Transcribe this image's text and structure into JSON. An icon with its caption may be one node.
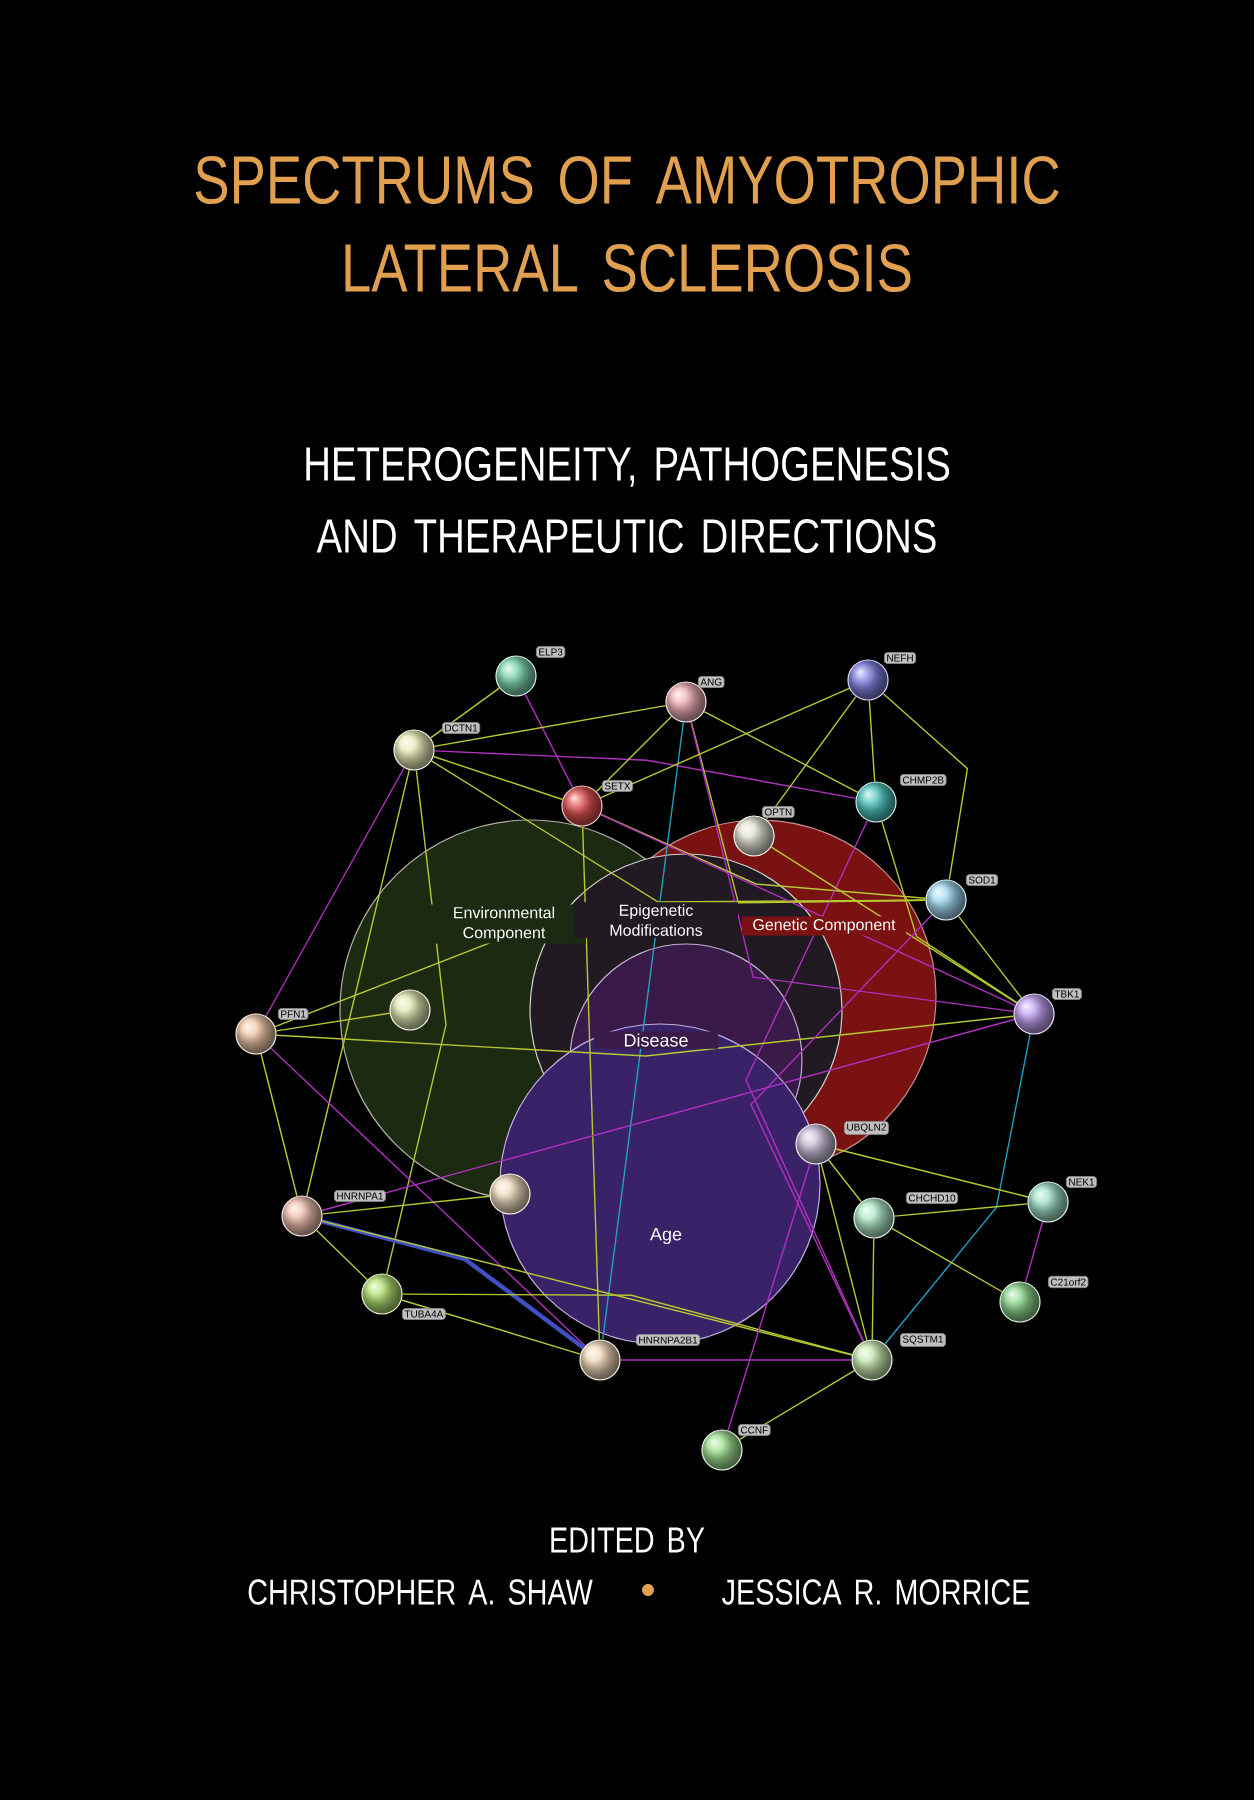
{
  "diagram": {
    "title": "SPECTRUMS OF AMYOTROPHIC LATERAL SCLEROSIS",
    "nodes": [
      {
        "text": [
          "ELP3"
        ]
      },
      {
        "text": [
          "ANG"
        ]
      },
      {
        "text": [
          "NEFH"
        ]
      },
      {
        "text": [
          "DCTN1"
        ]
      },
      {
        "text": [
          "SETX"
        ]
      },
      {
        "text": [
          "CHMP2B"
        ]
      },
      {
        "text": [
          "OPTN"
        ]
      },
      {
        "text": [
          "SOD1"
        ]
      },
      {
        "text": [
          "TBK1"
        ]
      },
      {
        "text": [
          "PFN1"
        ]
      },
      {
        "text": [
          "HNRNPA1"
        ]
      },
      {
        "text": [
          "TUBA4A"
        ]
      },
      {
        "text": [
          "HNRNPA2B1"
        ]
      },
      {
        "text": [
          "UBQLN2"
        ]
      },
      {
        "text": [
          "CHCHD10"
        ]
      },
      {
        "text": [
          "NEK1"
        ]
      },
      {
        "text": [
          "C21orf2"
        ]
      },
      {
        "text": [
          "SQSTM1"
        ]
      },
      {
        "text": [
          "CCNF"
        ]
      },
      {
        "text": [],
        "shape": "circle"
      },
      {
        "text": [],
        "shape": "circle"
      }
    ],
    "edges": [
      {
        "from": 0,
        "to": 3,
        "arrow": "none"
      },
      {
        "from": 0,
        "to": 4,
        "arrow": "none",
        "color": "#b030c0"
      },
      {
        "from": 3,
        "to": 1,
        "arrow": "none"
      },
      {
        "from": 3,
        "to": 4,
        "arrow": "none"
      },
      {
        "from": 3,
        "to": 9,
        "arrow": "none",
        "color": "#b030c0"
      },
      {
        "from": 3,
        "to": 10,
        "arrow": "none"
      },
      {
        "from": 3,
        "to": 11,
        "arrow": "none"
      },
      {
        "from": 3,
        "to": 5,
        "arrow": "none",
        "color": "#b030c0"
      },
      {
        "from": 3,
        "to": 7,
        "arrow": "none"
      },
      {
        "from": 1,
        "to": 4,
        "arrow": "none"
      },
      {
        "from": 1,
        "to": 7,
        "arrow": "none"
      },
      {
        "from": 1,
        "to": 5,
        "arrow": "none"
      },
      {
        "from": 1,
        "to": 8,
        "arrow": "none",
        "color": "#b030c0"
      },
      {
        "from": 1,
        "to": 12,
        "arrow": "none",
        "color": "#20a0c0"
      },
      {
        "from": 2,
        "to": 4,
        "arrow": "none"
      },
      {
        "from": 2,
        "to": 7,
        "arrow": "none"
      },
      {
        "from": 2,
        "to": 5,
        "arrow": "none"
      },
      {
        "from": 2,
        "to": 6,
        "arrow": "none"
      },
      {
        "from": 4,
        "to": 7,
        "arrow": "none"
      },
      {
        "from": 4,
        "to": 8,
        "arrow": "none",
        "color": "#b030c0"
      },
      {
        "from": 4,
        "to": 12,
        "arrow": "none"
      },
      {
        "from": 5,
        "to": 8,
        "arrow": "none"
      },
      {
        "from": 5,
        "to": 17,
        "arrow": "none",
        "color": "#b030c0"
      },
      {
        "from": 7,
        "to": 8,
        "arrow": "none"
      },
      {
        "from": 7,
        "to": 9,
        "arrow": "none"
      },
      {
        "from": 6,
        "to": 8,
        "arrow": "none"
      },
      {
        "from": 8,
        "to": 17,
        "arrow": "none",
        "color": "#20a0c0"
      },
      {
        "from": 8,
        "to": 9,
        "arrow": "none"
      },
      {
        "from": 8,
        "to": 10,
        "arrow": "none",
        "color": "#b030c0"
      },
      {
        "from": 9,
        "to": 10,
        "arrow": "none"
      },
      {
        "from": 9,
        "to": 12,
        "arrow": "none",
        "color": "#b030c0"
      },
      {
        "from": 9,
        "to": 19,
        "arrow": "none"
      },
      {
        "from": 10,
        "to": 11,
        "arrow": "none"
      },
      {
        "from": 10,
        "to": 12,
        "arrow": "none",
        "style": "thick",
        "color": "#4050c0"
      },
      {
        "from": 10,
        "to": 17,
        "arrow": "none"
      },
      {
        "from": 10,
        "to": 20,
        "arrow": "none"
      },
      {
        "from": 11,
        "to": 12,
        "arrow": "none"
      },
      {
        "from": 11,
        "to": 17,
        "arrow": "none"
      },
      {
        "from": 12,
        "to": 17,
        "arrow": "none",
        "color": "#b030c0"
      },
      {
        "from": 13,
        "to": 17,
        "arrow": "none"
      },
      {
        "from": 13,
        "to": 14,
        "arrow": "none"
      },
      {
        "from": 14,
        "to": 15,
        "arrow": "none"
      },
      {
        "from": 14,
        "to": 16,
        "arrow": "none"
      },
      {
        "from": 14,
        "to": 17,
        "arrow": "none"
      },
      {
        "from": 15,
        "to": 16,
        "arrow": "none",
        "color": "#b030c0"
      },
      {
        "from": 15,
        "to": 13,
        "arrow": "none"
      },
      {
        "from": 17,
        "to": 18,
        "arrow": "none"
      },
      {
        "from": 18,
        "to": 13,
        "arrow": "none",
        "color": "#b030c0"
      },
      {
        "from": 17,
        "to": 7,
        "arrow": "none",
        "color": "#b030c0"
      }
    ],
    "labels": [
      "HETEROGENEITY, PATHOGENESIS AND THERAPEUTIC DIRECTIONS",
      "Environmental Component",
      "Epigenetic Modifications",
      "Genetic Component",
      "Disease",
      "Age",
      "EDITED BY",
      "CHRISTOPHER A. SHAW",
      "JESSICA R. MORRICE"
    ]
  }
}
